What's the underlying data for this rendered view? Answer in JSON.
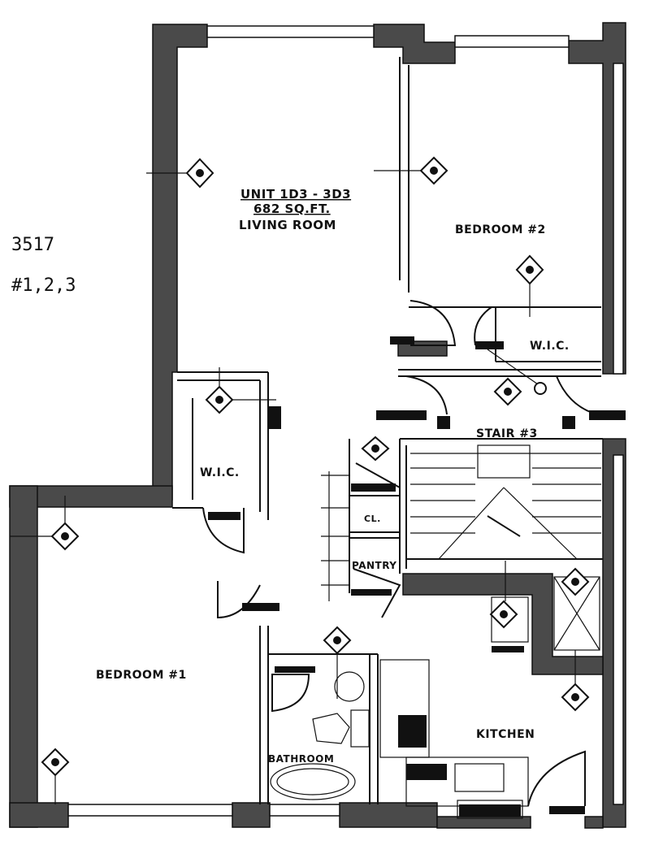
{
  "side_note": {
    "building": "3517",
    "units": "#1,2,3"
  },
  "rooms": {
    "unit_title": "UNIT 1D3 - 3D3",
    "area": "682 SQ.FT.",
    "living_room": "LIVING ROOM",
    "bedroom_2": "BEDROOM #2",
    "bedroom_1": "BEDROOM #1",
    "wic_1": "W.I.C.",
    "wic_2": "W.I.C.",
    "stair": "STAIR #3",
    "closet": "CL.",
    "pantry": "PANTRY",
    "kitchen": "KITCHEN",
    "bathroom": "BATHROOM"
  }
}
